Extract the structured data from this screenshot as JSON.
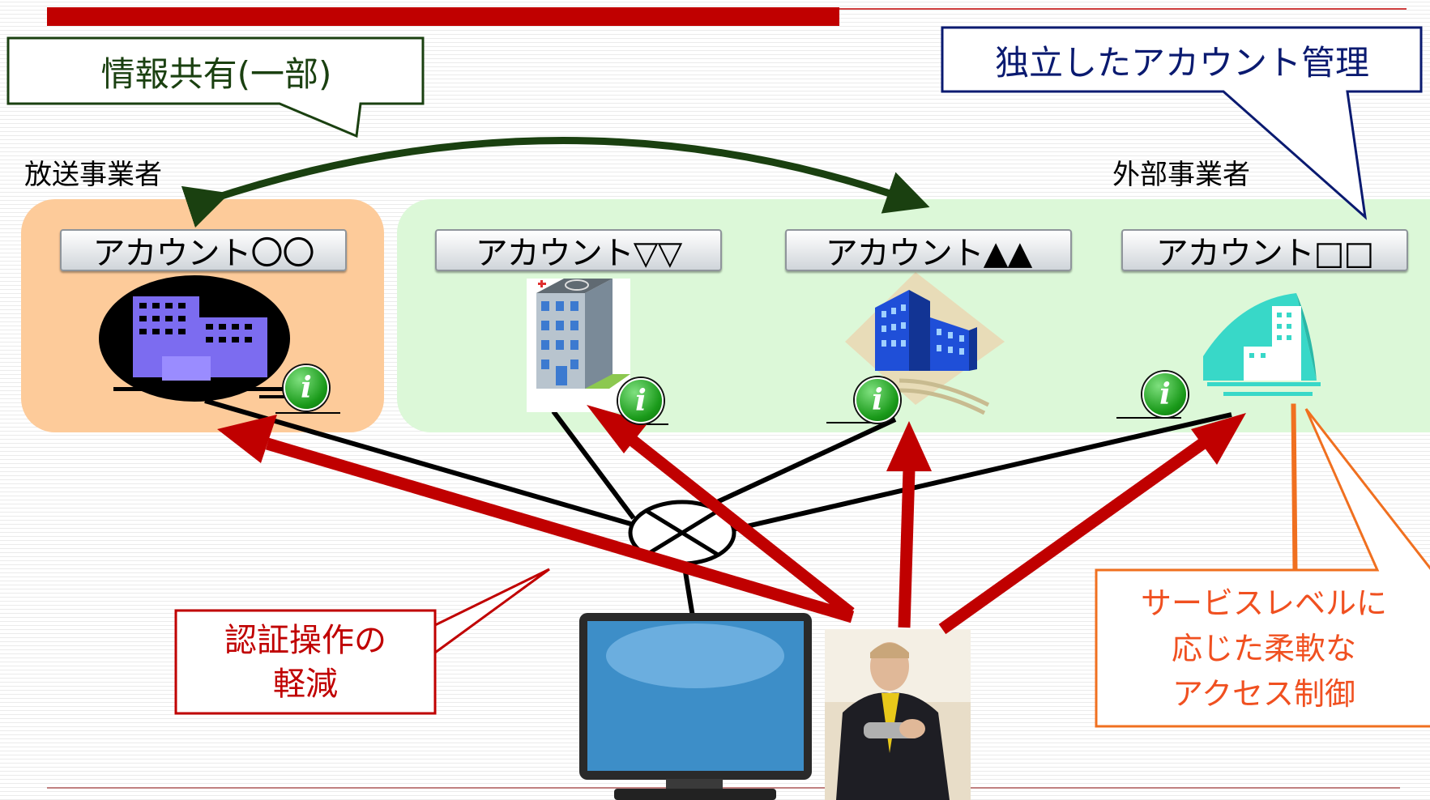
{
  "callouts": {
    "info_sharing": "情報共有(一部)",
    "independent_account": "独立したアカウント管理",
    "reduce_auth_line1": "認証操作の",
    "reduce_auth_line2": "軽減",
    "access_line1": "サービスレベルに",
    "access_line2": "応じた柔軟な",
    "access_line3": "アクセス制御"
  },
  "groups": {
    "broadcaster": "放送事業者",
    "external": "外部事業者"
  },
  "accounts": [
    {
      "label": "アカウント〇〇"
    },
    {
      "label": "アカウント▽▽"
    },
    {
      "label": "アカウント▲▲"
    },
    {
      "label": "アカウント□□"
    }
  ],
  "info_icon_glyph": "i",
  "colors": {
    "red": "#c00000",
    "dark_green": "#1a4010",
    "navy": "#0a1a70",
    "orange": "#f07020",
    "panel_orange": "#fdcb9a",
    "panel_green": "#dcf8d8"
  }
}
